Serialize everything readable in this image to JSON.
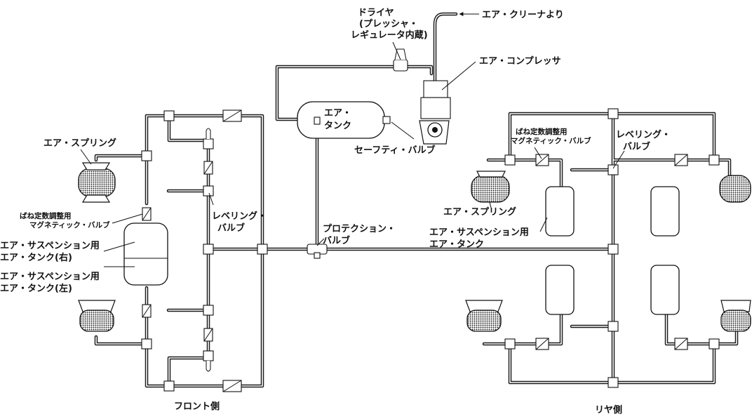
{
  "labels": {
    "dryer_1": "ドライヤ",
    "dryer_2": "(プレッシャ・",
    "dryer_3": "レギュレータ内蔵)",
    "air_cleaner": "エア・クリーナより",
    "air_compressor": "エア・コンプレッサ",
    "air_tank_1": "エア・",
    "air_tank_2": "タンク",
    "safety_valve": "セーフティ・バルブ",
    "front_air_spring": "エア・スプリング",
    "front_magnetic_1": "ばね定数調整用",
    "front_magnetic_2": "マグネティック・バルブ",
    "front_tank_right_1": "エア・サスペンション用",
    "front_tank_right_2": "エア・タンク(右)",
    "front_tank_left_1": "エア・サスペンション用",
    "front_tank_left_2": "エア・タンク(左)",
    "front_leveling_1": "レベリング・",
    "front_leveling_2": "バルブ",
    "protection_1": "プロテクション・",
    "protection_2": "バルブ",
    "rear_magnetic_1": "ばね定数調整用",
    "rear_magnetic_2": "マグネティック・バルブ",
    "rear_leveling_1": "レベリング・",
    "rear_leveling_2": "バルブ",
    "rear_air_spring": "エア・スプリング",
    "rear_tank_1": "エア・サスペンション用",
    "rear_tank_2": "エア・タンク",
    "front_side": "フロント側",
    "rear_side": "リヤ側"
  }
}
